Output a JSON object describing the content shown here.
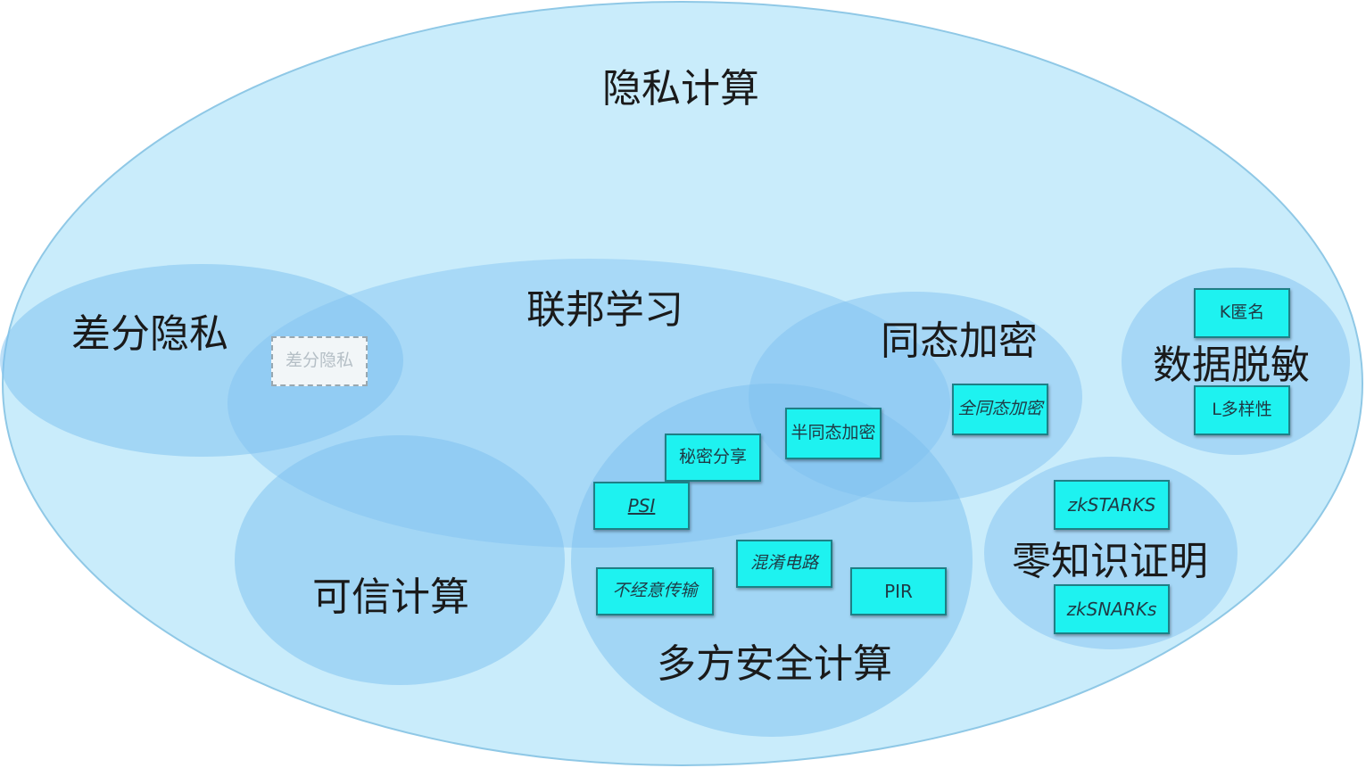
{
  "diagram": {
    "outer": {
      "label": "隐私计算"
    },
    "regions": [
      {
        "id": "differential-privacy",
        "label": "差分隐私"
      },
      {
        "id": "federated-learning",
        "label": "联邦学习"
      },
      {
        "id": "homomorphic-encryption",
        "label": "同态加密"
      },
      {
        "id": "data-masking",
        "label": "数据脱敏"
      },
      {
        "id": "trusted-computing",
        "label": "可信计算"
      },
      {
        "id": "secure-multiparty-computation",
        "label": "多方安全计算"
      },
      {
        "id": "zero-knowledge-proof",
        "label": "零知识证明"
      }
    ],
    "boxes": [
      {
        "id": "dp-placeholder",
        "label": "差分隐私"
      },
      {
        "id": "k-anonymity",
        "label": "K匿名"
      },
      {
        "id": "l-diversity",
        "label": "L多样性"
      },
      {
        "id": "fully-homomorphic",
        "label": "全同态加密"
      },
      {
        "id": "semi-homomorphic",
        "label": "半同态加密"
      },
      {
        "id": "secret-sharing",
        "label": "秘密分享"
      },
      {
        "id": "psi",
        "label": "PSI"
      },
      {
        "id": "garbled-circuit",
        "label": "混淆电路"
      },
      {
        "id": "oblivious-transfer",
        "label": "不经意传输"
      },
      {
        "id": "pir",
        "label": "PIR"
      },
      {
        "id": "zkstarks",
        "label": "zkSTARKS"
      },
      {
        "id": "zksnarks",
        "label": "zkSNARKs"
      }
    ],
    "colors": {
      "outer_fill": "#c9ecfb",
      "outer_stroke": "#8fc8e6",
      "inner_fill": "#7cbff0",
      "box_fill": "#1ef2f0",
      "box_border": "#1f7f86"
    }
  }
}
